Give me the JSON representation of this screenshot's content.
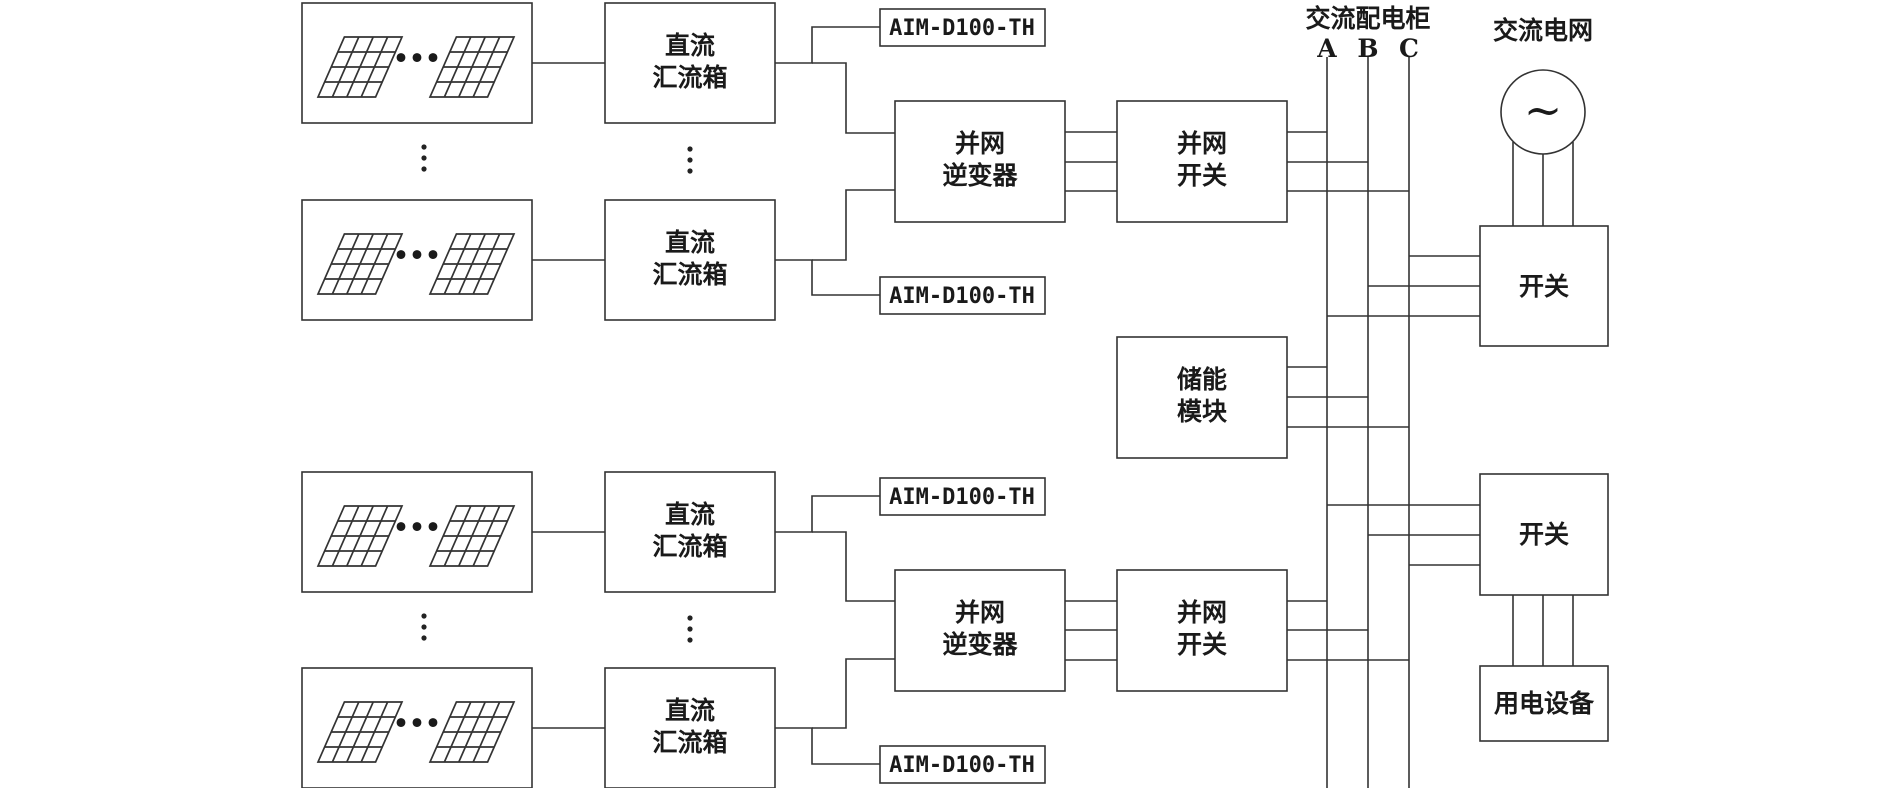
{
  "pv_block": {
    "combiner_line1": "直流",
    "combiner_line2": "汇流箱",
    "sensor_label": "AIM-D100-TH",
    "ellipsis": "•••"
  },
  "inverter": {
    "line1": "并网",
    "line2": "逆变器"
  },
  "grid_switch": {
    "line1": "并网",
    "line2": "开关"
  },
  "storage": {
    "line1": "储能",
    "line2": "模块"
  },
  "ac_cabinet": {
    "title": "交流配电柜",
    "phase_a": "A",
    "phase_b": "B",
    "phase_c": "C"
  },
  "ac_grid": {
    "title": "交流电网",
    "symbol": "~"
  },
  "switch_label": "开关",
  "load_label": "用电设备"
}
